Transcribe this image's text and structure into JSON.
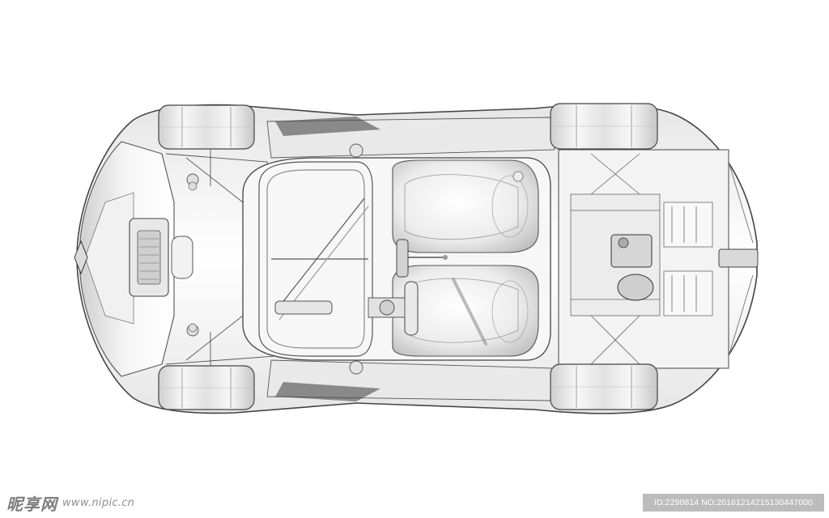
{
  "watermark": {
    "site_logo": "昵享网",
    "site_url": "www.nipic.cn",
    "image_id": "ID:2290814 NO:20161214215130447000"
  },
  "colors": {
    "background": "#ffffff",
    "line": "#555555",
    "shade_light": "#f4f4f4",
    "shade_mid": "#dcdcdc",
    "shade_dark": "#9a9a9a",
    "watermark_bar": "#bcbcbc"
  },
  "illustration": {
    "subject": "car-top-view-wireframe-icon"
  }
}
